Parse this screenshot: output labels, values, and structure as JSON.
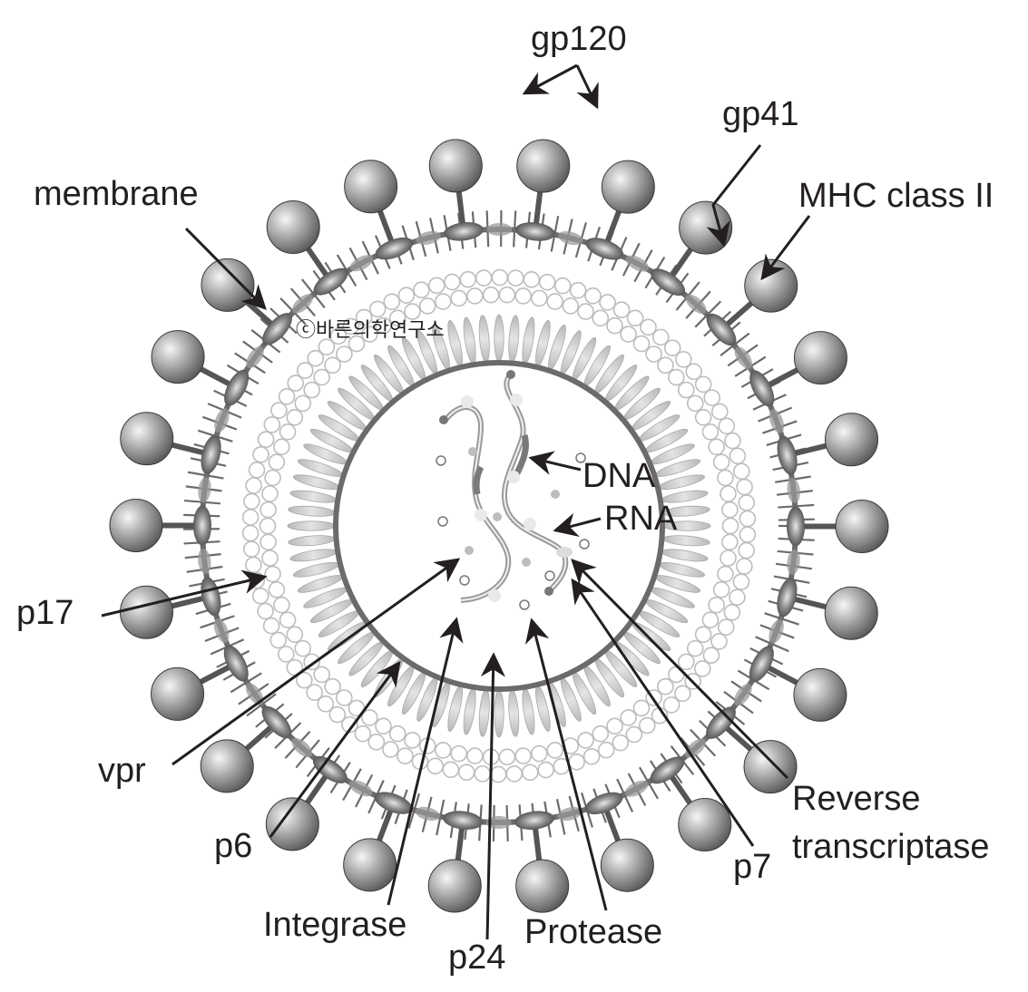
{
  "diagram": {
    "watermark": "ⓒ바른의학연구소",
    "labels": {
      "gp120": "gp120",
      "gp41": "gp41",
      "membrane": "membrane",
      "mhc": "MHC class II",
      "dna": "DNA",
      "rna": "RNA",
      "p17": "p17",
      "vpr": "vpr",
      "p6": "p6",
      "integrase": "Integrase",
      "p24": "p24",
      "protease": "Protease",
      "p7": "p7",
      "reverse_transcriptase_line1": "Reverse",
      "reverse_transcriptase_line2": "transcriptase"
    },
    "colors": {
      "ink": "#231f20",
      "membrane": "#6d6a6a",
      "knob": "#8a8a8a",
      "capsid": "#c8c8c8",
      "matrix": "#bdbdbd"
    }
  }
}
